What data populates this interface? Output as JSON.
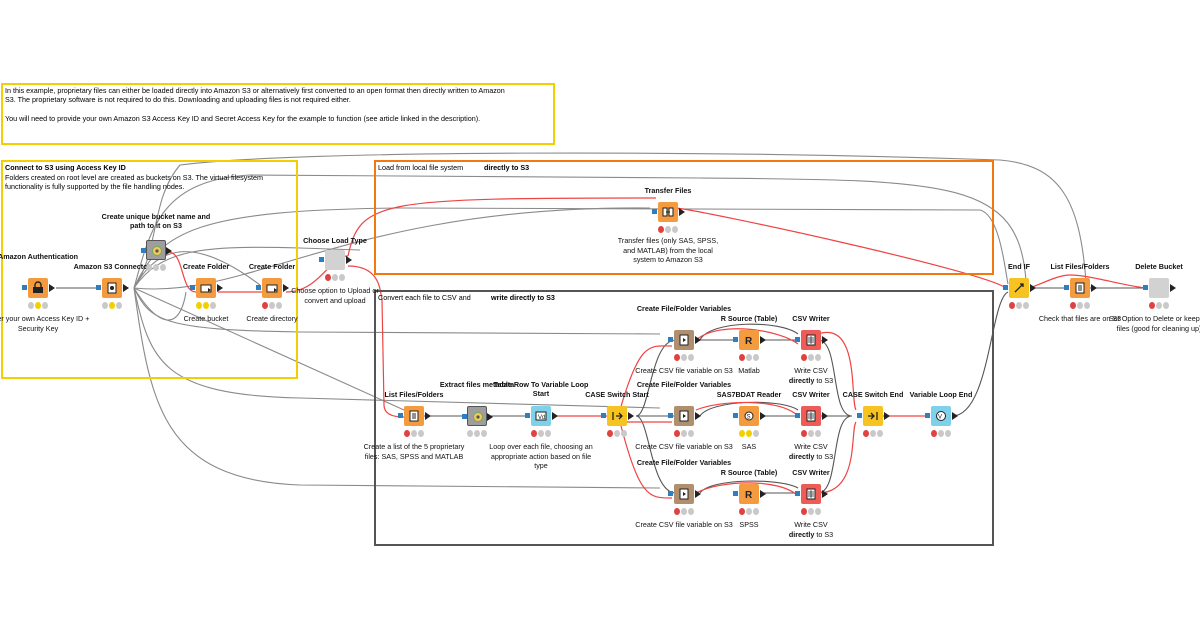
{
  "colors": {
    "source": "#f49b3f",
    "manipulator": "#f3c95c",
    "sink": "#ef5b57",
    "flow": "#b08f6e",
    "loop": "#7fd0e9",
    "switch": "#f7c320",
    "meta": "#9e9e9e",
    "empty": "#d2d2d2",
    "flow_conn": "#ef4444",
    "data_conn": "#555555",
    "yellow_box": "#f2cf00",
    "orange_box": "#f07a10",
    "gray_box": "#555555"
  },
  "annotations": {
    "intro": {
      "line1": "In this example, proprietary files can either be loaded directly into Amazon S3 or alternatively first converted to an open format then directly written to Amazon",
      "line2": "S3.  The proprietary software is not required to do this. Downloading and uploading files is not required either.",
      "line3": "You will need to provide your own Amazon S3 Access Key ID and Secret Access Key for the example to function (see article linked in the description)."
    },
    "connect": {
      "title": "Connect to S3 using Access Key ID",
      "line1": "Folders created on root level are created as buckets on S3. The virtual filesystem",
      "line2": "functionality is fully supported by the file handling nodes."
    },
    "load_local": {
      "prefix": "Load from local file system",
      "bold": "directly to S3"
    },
    "convert": {
      "prefix": "Convert each file to CSV and",
      "bold": "write directly to S3"
    }
  },
  "nodes": [
    {
      "key": "amazon_auth",
      "title": "Amazon Authentication",
      "desc": "Enter your own Access Key ID + Security Key",
      "type": "source",
      "icon": "aws-icon",
      "status": "yellow"
    },
    {
      "key": "s3_connector",
      "title": "Amazon S3 Connector",
      "desc": "",
      "type": "source",
      "icon": "cloud-connector-icon",
      "status": "yellow"
    },
    {
      "key": "unique_bucket",
      "title": "Create unique bucket name and path to it on S3",
      "desc": "",
      "type": "meta",
      "icon": "gear-icon",
      "status": "none"
    },
    {
      "key": "create_folder1",
      "title": "Create Folder",
      "desc": "Create bucket",
      "type": "source",
      "icon": "folder-icon",
      "status": "warn"
    },
    {
      "key": "create_folder2",
      "title": "Create Folder",
      "desc": "Create  directory",
      "type": "source",
      "icon": "folder-icon",
      "status": "red"
    },
    {
      "key": "choose_load",
      "title": "Choose Load Type",
      "desc": "Choose option to Upload or convert and upload",
      "type": "empty",
      "icon": "",
      "status": "red"
    },
    {
      "key": "transfer_files",
      "title": "Transfer Files",
      "desc": "Transfer files (only SAS, SPSS, and MATLAB) from the local system to Amazon S3",
      "type": "source",
      "icon": "transfer-icon",
      "status": "red"
    },
    {
      "key": "list_files",
      "title": "List Files/Folders",
      "desc": "Create a list of the  5 proprietary files: SAS, SPSS and MATLAB",
      "type": "source",
      "icon": "list-icon",
      "status": "red"
    },
    {
      "key": "extract_meta",
      "title": "Extract files metadata",
      "desc": "",
      "type": "meta",
      "icon": "gear-icon",
      "status": "none"
    },
    {
      "key": "row_to_var",
      "title": "Table Row To Variable Loop Start",
      "desc": "Loop over  each file, choosing an appropriate action based on file type",
      "type": "loop",
      "icon": "loop-icon",
      "status": "red"
    },
    {
      "key": "case_start",
      "title": "CASE Switch Start",
      "desc": "",
      "type": "switch",
      "icon": "switch-icon",
      "status": "red"
    },
    {
      "key": "cff_top",
      "title": "Create File/Folder Variables",
      "desc": "Create CSV file variable on S3",
      "type": "flow",
      "icon": "file-var-icon",
      "status": "red"
    },
    {
      "key": "cff_mid",
      "title": "Create File/Folder Variables",
      "desc": "Create CSV file variable on S3",
      "type": "flow",
      "icon": "file-var-icon",
      "status": "red"
    },
    {
      "key": "cff_bot",
      "title": "Create File/Folder Variables",
      "desc": "Create CSV file variable on S3",
      "type": "flow",
      "icon": "file-var-icon",
      "status": "red"
    },
    {
      "key": "r_source_top",
      "title": "R Source (Table)",
      "desc": "Matlab",
      "type": "source",
      "icon": "r-icon",
      "status": "red"
    },
    {
      "key": "sas_reader",
      "title": "SAS7BDAT Reader",
      "desc": "SAS",
      "type": "source",
      "icon": "sas-icon",
      "status": "warn"
    },
    {
      "key": "r_source_bot",
      "title": "R Source (Table)",
      "desc": "SPSS",
      "type": "source",
      "icon": "r-icon",
      "status": "red"
    },
    {
      "key": "csv_top",
      "title": "CSV Writer",
      "desc_pre": "Write CSV",
      "desc_bold": "directly",
      "desc_post": "to S3",
      "type": "sink",
      "icon": "csv-icon",
      "status": "red"
    },
    {
      "key": "csv_mid",
      "title": "CSV Writer",
      "desc_pre": "Write CSV",
      "desc_bold": "directly",
      "desc_post": "to S3",
      "type": "sink",
      "icon": "csv-icon",
      "status": "red"
    },
    {
      "key": "csv_bot",
      "title": "CSV Writer",
      "desc_pre": "Write CSV",
      "desc_bold": "directly",
      "desc_post": "to S3",
      "type": "sink",
      "icon": "csv-icon",
      "status": "red"
    },
    {
      "key": "case_end",
      "title": "CASE Switch End",
      "desc": "",
      "type": "switch",
      "icon": "switch-end-icon",
      "status": "red"
    },
    {
      "key": "loop_end",
      "title": "Variable Loop End",
      "desc": "",
      "type": "loop",
      "icon": "loop-end-icon",
      "status": "red"
    },
    {
      "key": "end_if",
      "title": "End IF",
      "desc": "",
      "type": "switch",
      "icon": "end-if-icon",
      "status": "red"
    },
    {
      "key": "list_files2",
      "title": "List Files/Folders",
      "desc": "Check that files are on S3",
      "type": "source",
      "icon": "list-icon",
      "status": "red"
    },
    {
      "key": "delete_bucket",
      "title": "Delete Bucket",
      "desc": "Set Option to Delete or keep all files (good for cleaning up)",
      "type": "empty",
      "icon": "",
      "status": "red"
    }
  ]
}
